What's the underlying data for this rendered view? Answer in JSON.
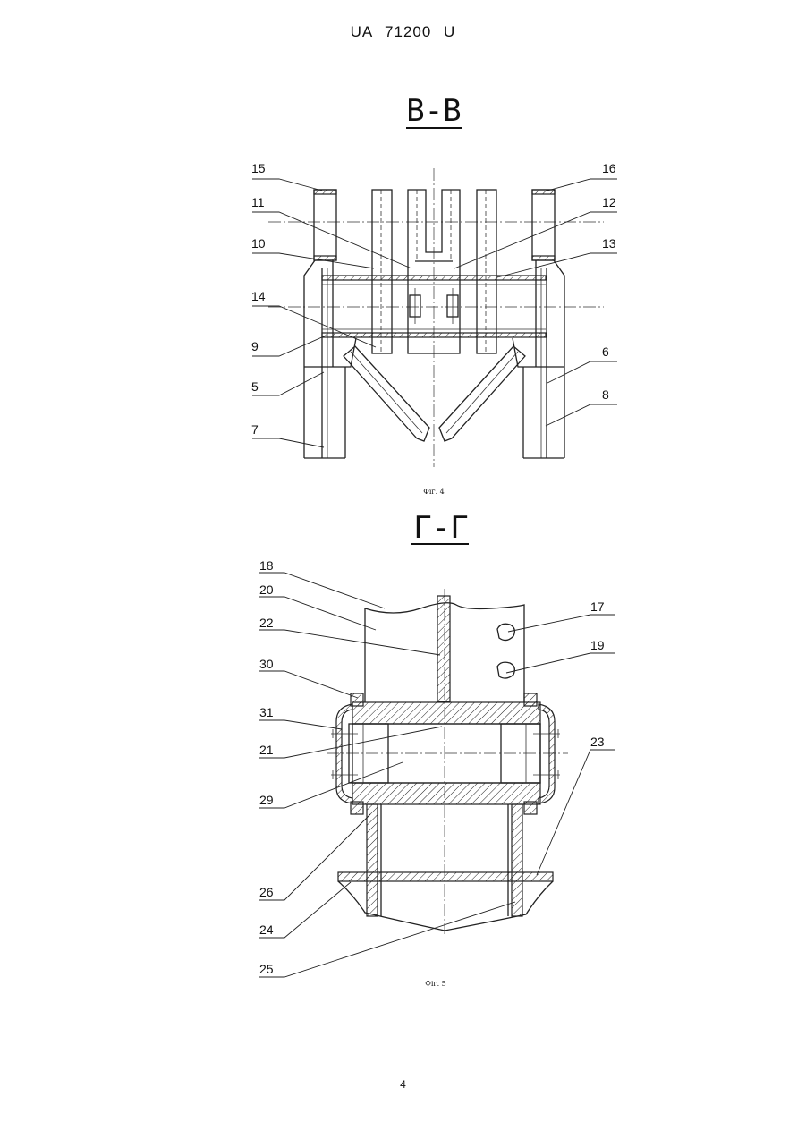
{
  "header": {
    "patent": "UA   71200   U"
  },
  "figure4": {
    "section_title": "В-В",
    "caption": "Фіг. 4",
    "labels": [
      "15",
      "16",
      "11",
      "12",
      "10",
      "13",
      "14",
      "9",
      "5",
      "6",
      "8",
      "7"
    ]
  },
  "figure5": {
    "section_title": "Г-Г",
    "caption": "Фіг. 5",
    "labels": [
      "18",
      "17",
      "20",
      "22",
      "19",
      "30",
      "31",
      "21",
      "23",
      "29",
      "26",
      "24",
      "25"
    ]
  },
  "page_number": "4"
}
